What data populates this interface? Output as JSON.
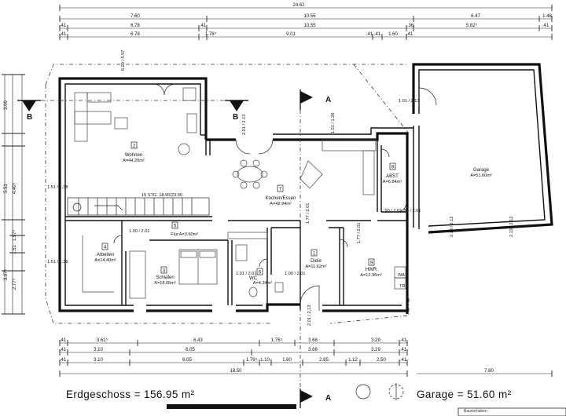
{
  "summary": {
    "ground_floor_label": "Erdgeschoss",
    "ground_floor_value": "= 156.95",
    "ground_floor_unit": "m²",
    "garage_label": "Garage",
    "garage_value": "= 51.60",
    "garage_unit": "m²"
  },
  "note": "Bauvorhaben",
  "section_labels": {
    "a": "A",
    "b": "B"
  },
  "rooms": {
    "wohnen": {
      "num": "2",
      "name": "Wohnen",
      "area": "A=44.20m²"
    },
    "kochen": {
      "num": "7",
      "name": "Kochen/Essen",
      "area": "A=42.94m²"
    },
    "abst": {
      "num": "8",
      "name": "ABST",
      "area": "A=6.84m²"
    },
    "garage": {
      "name": "Garage",
      "area": "A=51.60m²"
    },
    "arbeiten": {
      "num": "4",
      "name": "Arbeiten",
      "area": "A=14.40m²"
    },
    "flur": {
      "num": "5",
      "name": "Flur",
      "area": "A=3.60m²"
    },
    "schlafen": {
      "num": "3",
      "name": "Schlafen",
      "area": "A=18.05m²"
    },
    "wc": {
      "num": "6",
      "name": "WC",
      "area": "A=4.34m²"
    },
    "diele": {
      "num": "1",
      "name": "Diele",
      "area": "A=11.62m²"
    },
    "hwr": {
      "num": "9",
      "name": "HWR",
      "area": "A=12.96m²"
    }
  },
  "stair": "15 STG. 18.90/23.00",
  "fixtures": {
    "wa": "WA",
    "tr": "TR"
  },
  "dims": {
    "top_total": "24.62",
    "top_r1": [
      "7.60",
      "10.55",
      "6.47",
      "1.48"
    ],
    "top_r2": [
      ".41",
      "6.78",
      ".41",
      "10.55",
      ".36",
      "5.82⁵",
      ".41"
    ],
    "top_r3": [
      ".41",
      "6.78",
      "1.76⁵",
      ".41",
      "9.01",
      ".41",
      "1.60",
      ".41"
    ],
    "bot_r1": [
      ".41",
      "3.61⁵",
      "6.43",
      "1.76⁵",
      "3.68",
      "3.29",
      ".41"
    ],
    "bot_r2": [
      ".41",
      "3.10",
      "6.05",
      "3.68",
      "3.29",
      ".41"
    ],
    "bot_r3": [
      ".41",
      "3.10",
      "6.05",
      "1.76⁵",
      "1.10",
      "1.60",
      "2.85",
      "1.12",
      "2.50",
      ".41"
    ],
    "bot_total": "18.50",
    "bot_garage": "7.60",
    "left": [
      "3.00",
      "5.51",
      "4.40⁵",
      "3.07⁵",
      "2.77⁵",
      "1.57⁵",
      "1.51"
    ],
    "openings": [
      "1.01 / 2.13",
      "2.01 / 2.13",
      "1.51 / 1.26",
      "1.01 / 2.01",
      ".90 / 2.01",
      ".88 / 2.01",
      "2.13 / 2.12",
      "2.13 / 2.12",
      "1.77 / 2.01",
      "1.77 / 2.01",
      "1.51 / 1.38",
      "1.51 / 1.36",
      "1.00 / 2.01",
      "1.00 / 2.01",
      "6.20 / 5.57",
      "2.01 / 2.13"
    ]
  }
}
